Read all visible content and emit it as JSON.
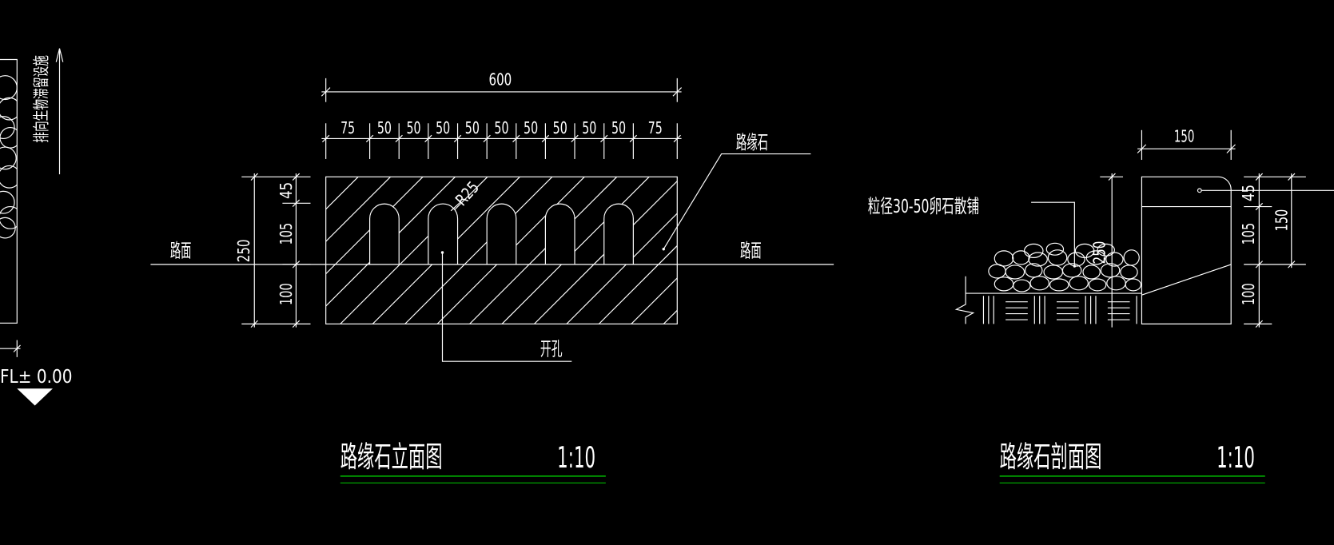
{
  "colors": {
    "background": "#000000",
    "linework": "#ffffff",
    "title_underline": "#00b400"
  },
  "left_detail": {
    "flow_note": "排向生物滞留设施",
    "elevation_label": "FL± 0.00"
  },
  "elevation_view": {
    "overall_width": "600",
    "segment_dims": [
      "75",
      "50",
      "50",
      "50",
      "50",
      "50",
      "50",
      "50",
      "50",
      "50",
      "75"
    ],
    "height_dims": [
      "45",
      "105",
      "100"
    ],
    "overall_height": "250",
    "radius_label": "R25",
    "road_surface_left": "路面",
    "road_surface_right": "路面",
    "curb_label": "路缘石",
    "opening_label": "开孔",
    "title": "路缘石立面图",
    "scale": "1:10"
  },
  "section_view": {
    "top_width": "150",
    "pebble_note": "粒径30-50卵石散铺",
    "overall_height": "250",
    "height_dims": [
      "45",
      "105",
      "100"
    ],
    "upper_height": "150",
    "title": "路缘石剖面图",
    "scale": "1:10"
  }
}
